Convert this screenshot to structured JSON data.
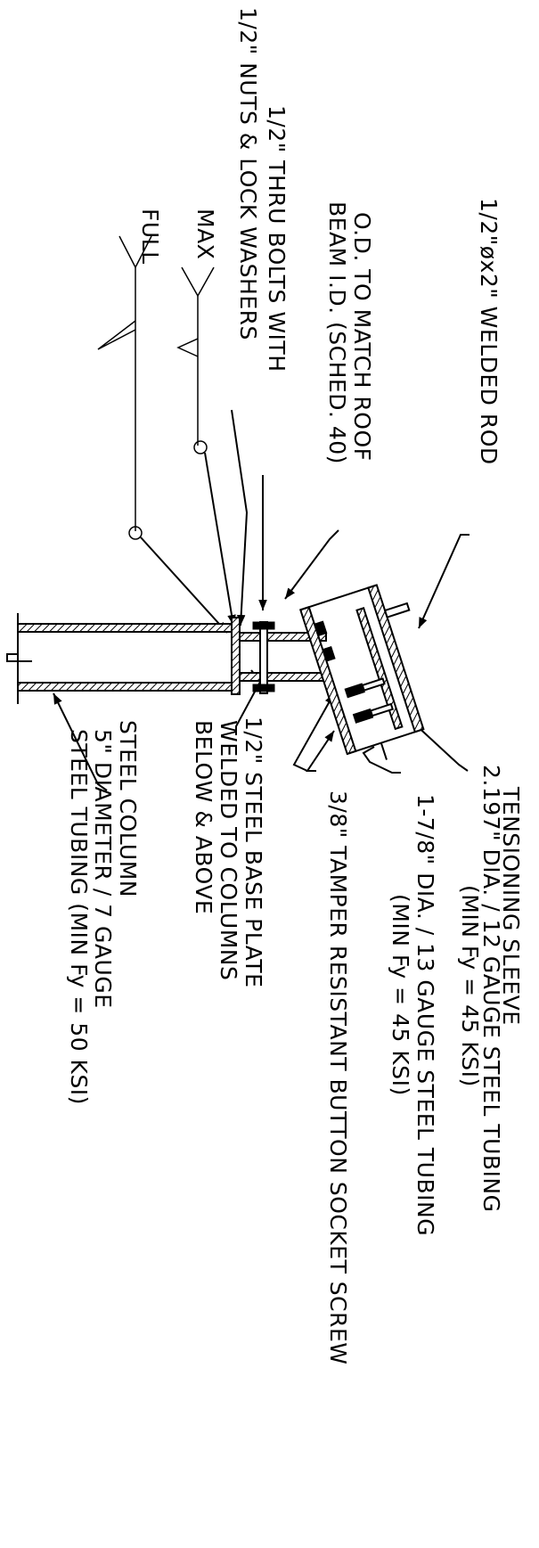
{
  "labels": {
    "welded_rod": "1/2\"øx2\" WELDED ROD",
    "od_line1": "O.D. TO MATCH ROOF",
    "od_line2": "BEAM I.D. (SCHED. 40)",
    "bolts_line1": "1/2\" THRU BOLTS WITH",
    "bolts_line2": "1/2\" NUTS & LOCK WASHERS",
    "weld_max": "MAX",
    "weld_full": "FULL",
    "sleeve_title": "TENSIONING SLEEVE",
    "sleeve_line1": "2.197\" DIA. / 12 GAUGE STEEL TUBING",
    "sleeve_line2": "(MIN Fy = 45 KSI)",
    "tube_line1": "1-7/8\" DIA. / 13 GAUGE STEEL TUBING",
    "tube_line2": "(MIN Fy = 45 KSI)",
    "screw": "3/8\" TAMPER RESISTANT BUTTON SOCKET SCREW",
    "plate_line1": "1/2\" STEEL BASE PLATE",
    "plate_line2": "WELDED TO COLUMNS",
    "plate_line3": "BELOW & ABOVE",
    "column_line1": "STEEL COLUMN",
    "column_line2": "5\" DIAMETER / 7 GAUGE",
    "column_line3": "STEEL TUBING (MIN Fy = 50 KSI)"
  }
}
